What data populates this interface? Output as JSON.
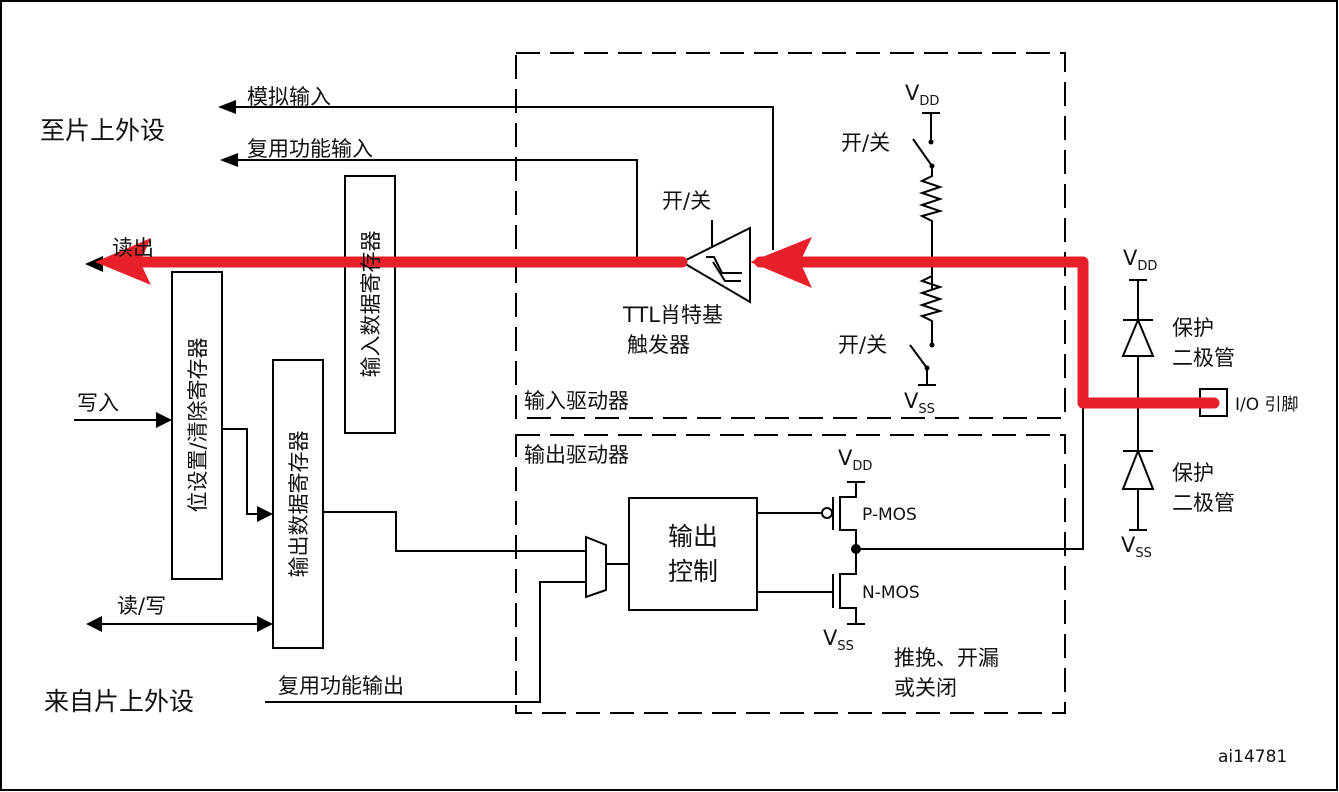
{
  "colors": {
    "highlight_path": "#e8202a",
    "line": "#000000",
    "background": "#ffffff"
  },
  "labels": {
    "to_peripheral": "至片上外设",
    "from_peripheral": "来自片上外设",
    "analog_input": "模拟输入",
    "alt_func_input": "复用功能输入",
    "alt_func_output": "复用功能输出",
    "read": "读出",
    "write": "写入",
    "read_write": "读/写",
    "input_data_register": "输入数据寄存器",
    "bit_set_reset_register": "位设置/清除寄存器",
    "output_data_register": "输出数据寄存器",
    "on_off": "开/关",
    "ttl_schmitt_line1": "TTL肖特基",
    "ttl_schmitt_line2": "触发器",
    "input_driver": "输入驱动器",
    "output_driver": "输出驱动器",
    "output_control_line1": "输出",
    "output_control_line2": "控制",
    "pmos": "P-MOS",
    "nmos": "N-MOS",
    "mode_line1": "推挽、开漏",
    "mode_line2": "或关闭",
    "protect_diode_line1": "保护",
    "protect_diode_line2": "二极管",
    "io_pin": "I/O 引脚",
    "v": "V",
    "dd": "DD",
    "ss": "SS",
    "figure_id": "ai14781"
  }
}
